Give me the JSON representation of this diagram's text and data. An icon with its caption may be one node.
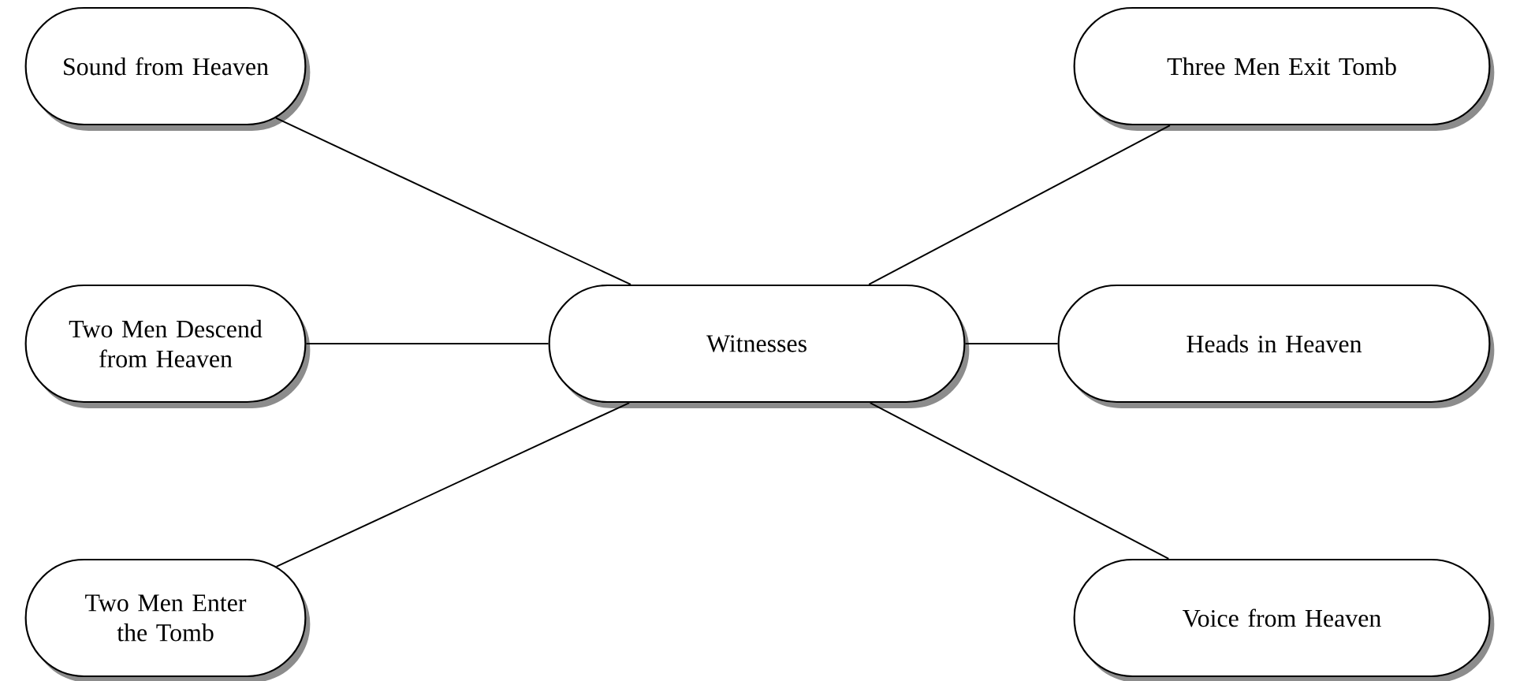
{
  "diagram": {
    "nodes": [
      {
        "text": [
          "Sound from Heaven"
        ]
      },
      {
        "text": [
          "Three Men Exit Tomb"
        ]
      },
      {
        "text": [
          "Two Men Descend from Heaven"
        ]
      },
      {
        "text": [
          "Witnesses"
        ]
      },
      {
        "text": [
          "Heads in Heaven"
        ]
      },
      {
        "text": [
          "Two Men Enter the Tomb"
        ]
      },
      {
        "text": [
          "Voice from Heaven"
        ]
      }
    ],
    "edges": [
      {
        "from": 3,
        "to": 0,
        "arrow": "none"
      },
      {
        "from": 3,
        "to": 1,
        "arrow": "none"
      },
      {
        "from": 3,
        "to": 2,
        "arrow": "none"
      },
      {
        "from": 3,
        "to": 4,
        "arrow": "none"
      },
      {
        "from": 3,
        "to": 5,
        "arrow": "none"
      },
      {
        "from": 3,
        "to": 6,
        "arrow": "none"
      }
    ]
  }
}
